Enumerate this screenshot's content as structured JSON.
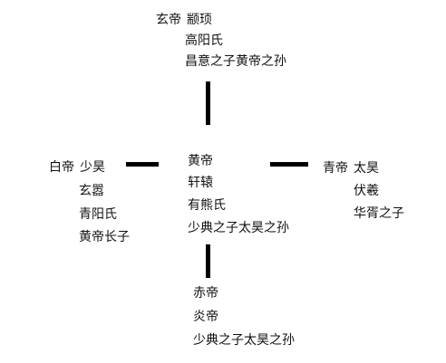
{
  "top": {
    "emperor": "玄帝",
    "name": "颛顼",
    "clan": "高阳氏",
    "lineage": "昌意之子黄帝之孙"
  },
  "center": {
    "emperor": "黄帝",
    "name": "轩辕",
    "clan": "有熊氏",
    "lineage": "少典之子太昊之孙"
  },
  "left": {
    "emperor": "白帝",
    "name": "少昊",
    "alt_name": "玄嚣",
    "clan": "青阳氏",
    "lineage": "黄帝长子"
  },
  "right": {
    "emperor": "青帝",
    "name": "太昊",
    "alt_name": "伏羲",
    "lineage": "华胥之子"
  },
  "bottom": {
    "emperor": "赤帝",
    "name": "炎帝",
    "lineage": "少典之子太昊之孙"
  },
  "colors": {
    "text": "#111111",
    "connector": "#000000",
    "background": "#ffffff"
  }
}
